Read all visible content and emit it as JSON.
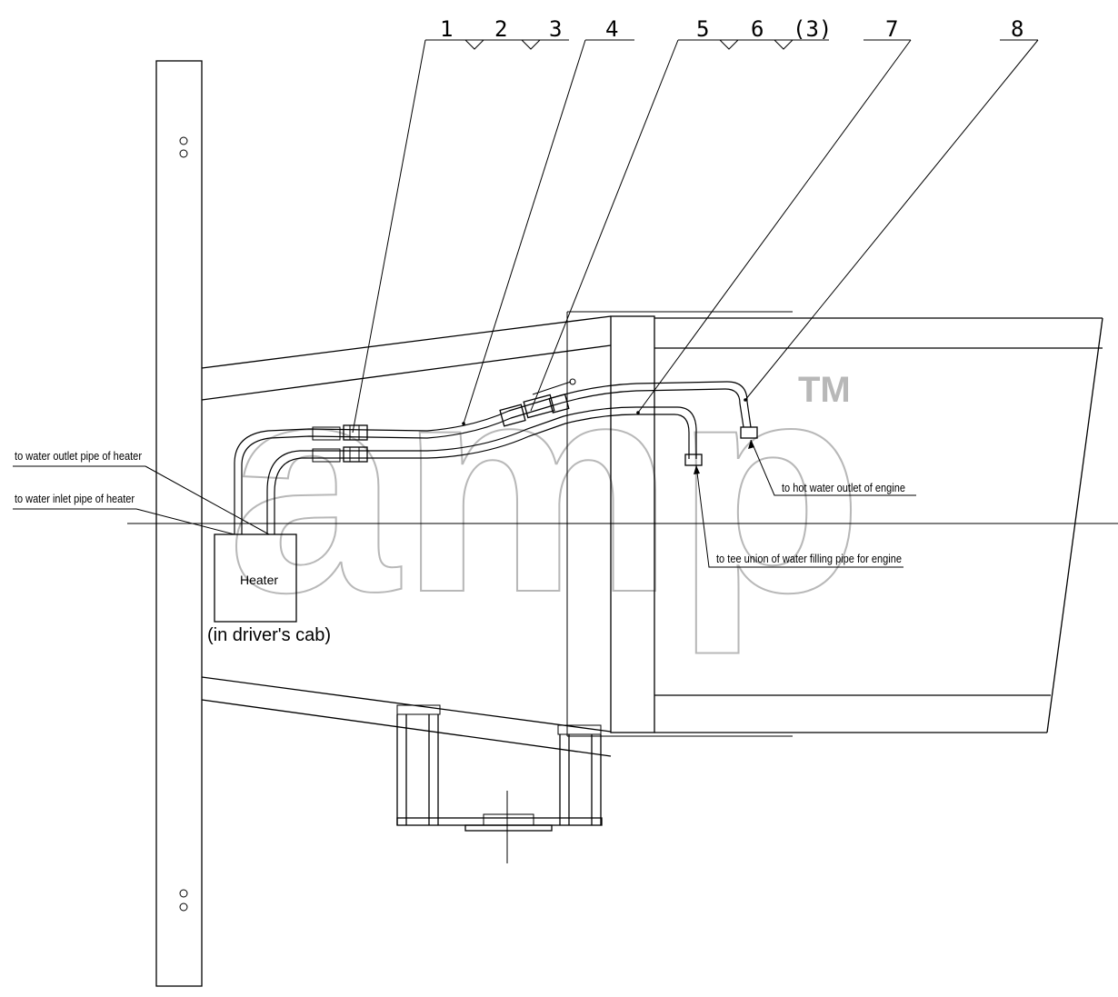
{
  "callouts": [
    "1",
    "2",
    "3",
    "4",
    "5",
    "6",
    "(3)",
    "7",
    "8"
  ],
  "notes": {
    "water_outlet_heater": "to water outlet pipe of heater",
    "water_inlet_heater": "to water inlet pipe of heater",
    "hot_water_outlet_engine": "to hot water outlet of engine",
    "tee_union_engine": "to tee union of water filling pipe for engine"
  },
  "heater": {
    "label": "Heater",
    "location": "(in driver's cab)"
  },
  "watermark": {
    "text": "amp",
    "trademark": "TM",
    "color": "#b8b8b8"
  },
  "colors": {
    "line": "#000000",
    "background": "#ffffff"
  }
}
